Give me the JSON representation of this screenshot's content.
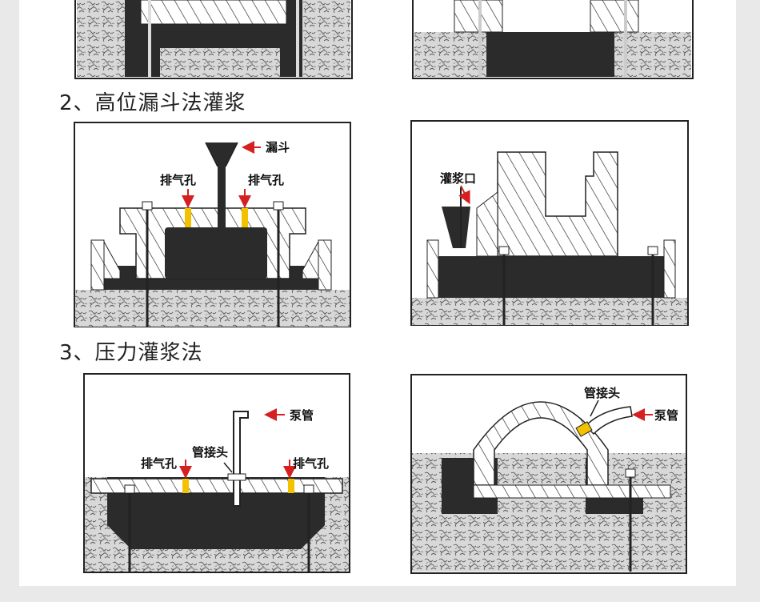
{
  "sections": [
    {
      "title": "2、高位漏斗法灌浆",
      "left_labels": {
        "funnel": "漏斗",
        "vent_left": "排气孔",
        "vent_right": "排气孔"
      },
      "right_labels": {
        "inlet": "灌浆口"
      }
    },
    {
      "title": "3、压力灌浆法",
      "left_labels": {
        "pump_pipe": "泵管",
        "pipe_joint": "管接头",
        "vent_left": "排气孔",
        "vent_right": "排气孔"
      },
      "right_labels": {
        "pipe_joint": "管接头",
        "pump_pipe": "泵管"
      }
    }
  ],
  "colors": {
    "grout": "#2b2b2b",
    "vent": "#f2c200",
    "arrow": "#d42020",
    "concrete": "#cfcfcf"
  },
  "icons": [
    "arrow-left-icon",
    "arrow-down-icon"
  ]
}
